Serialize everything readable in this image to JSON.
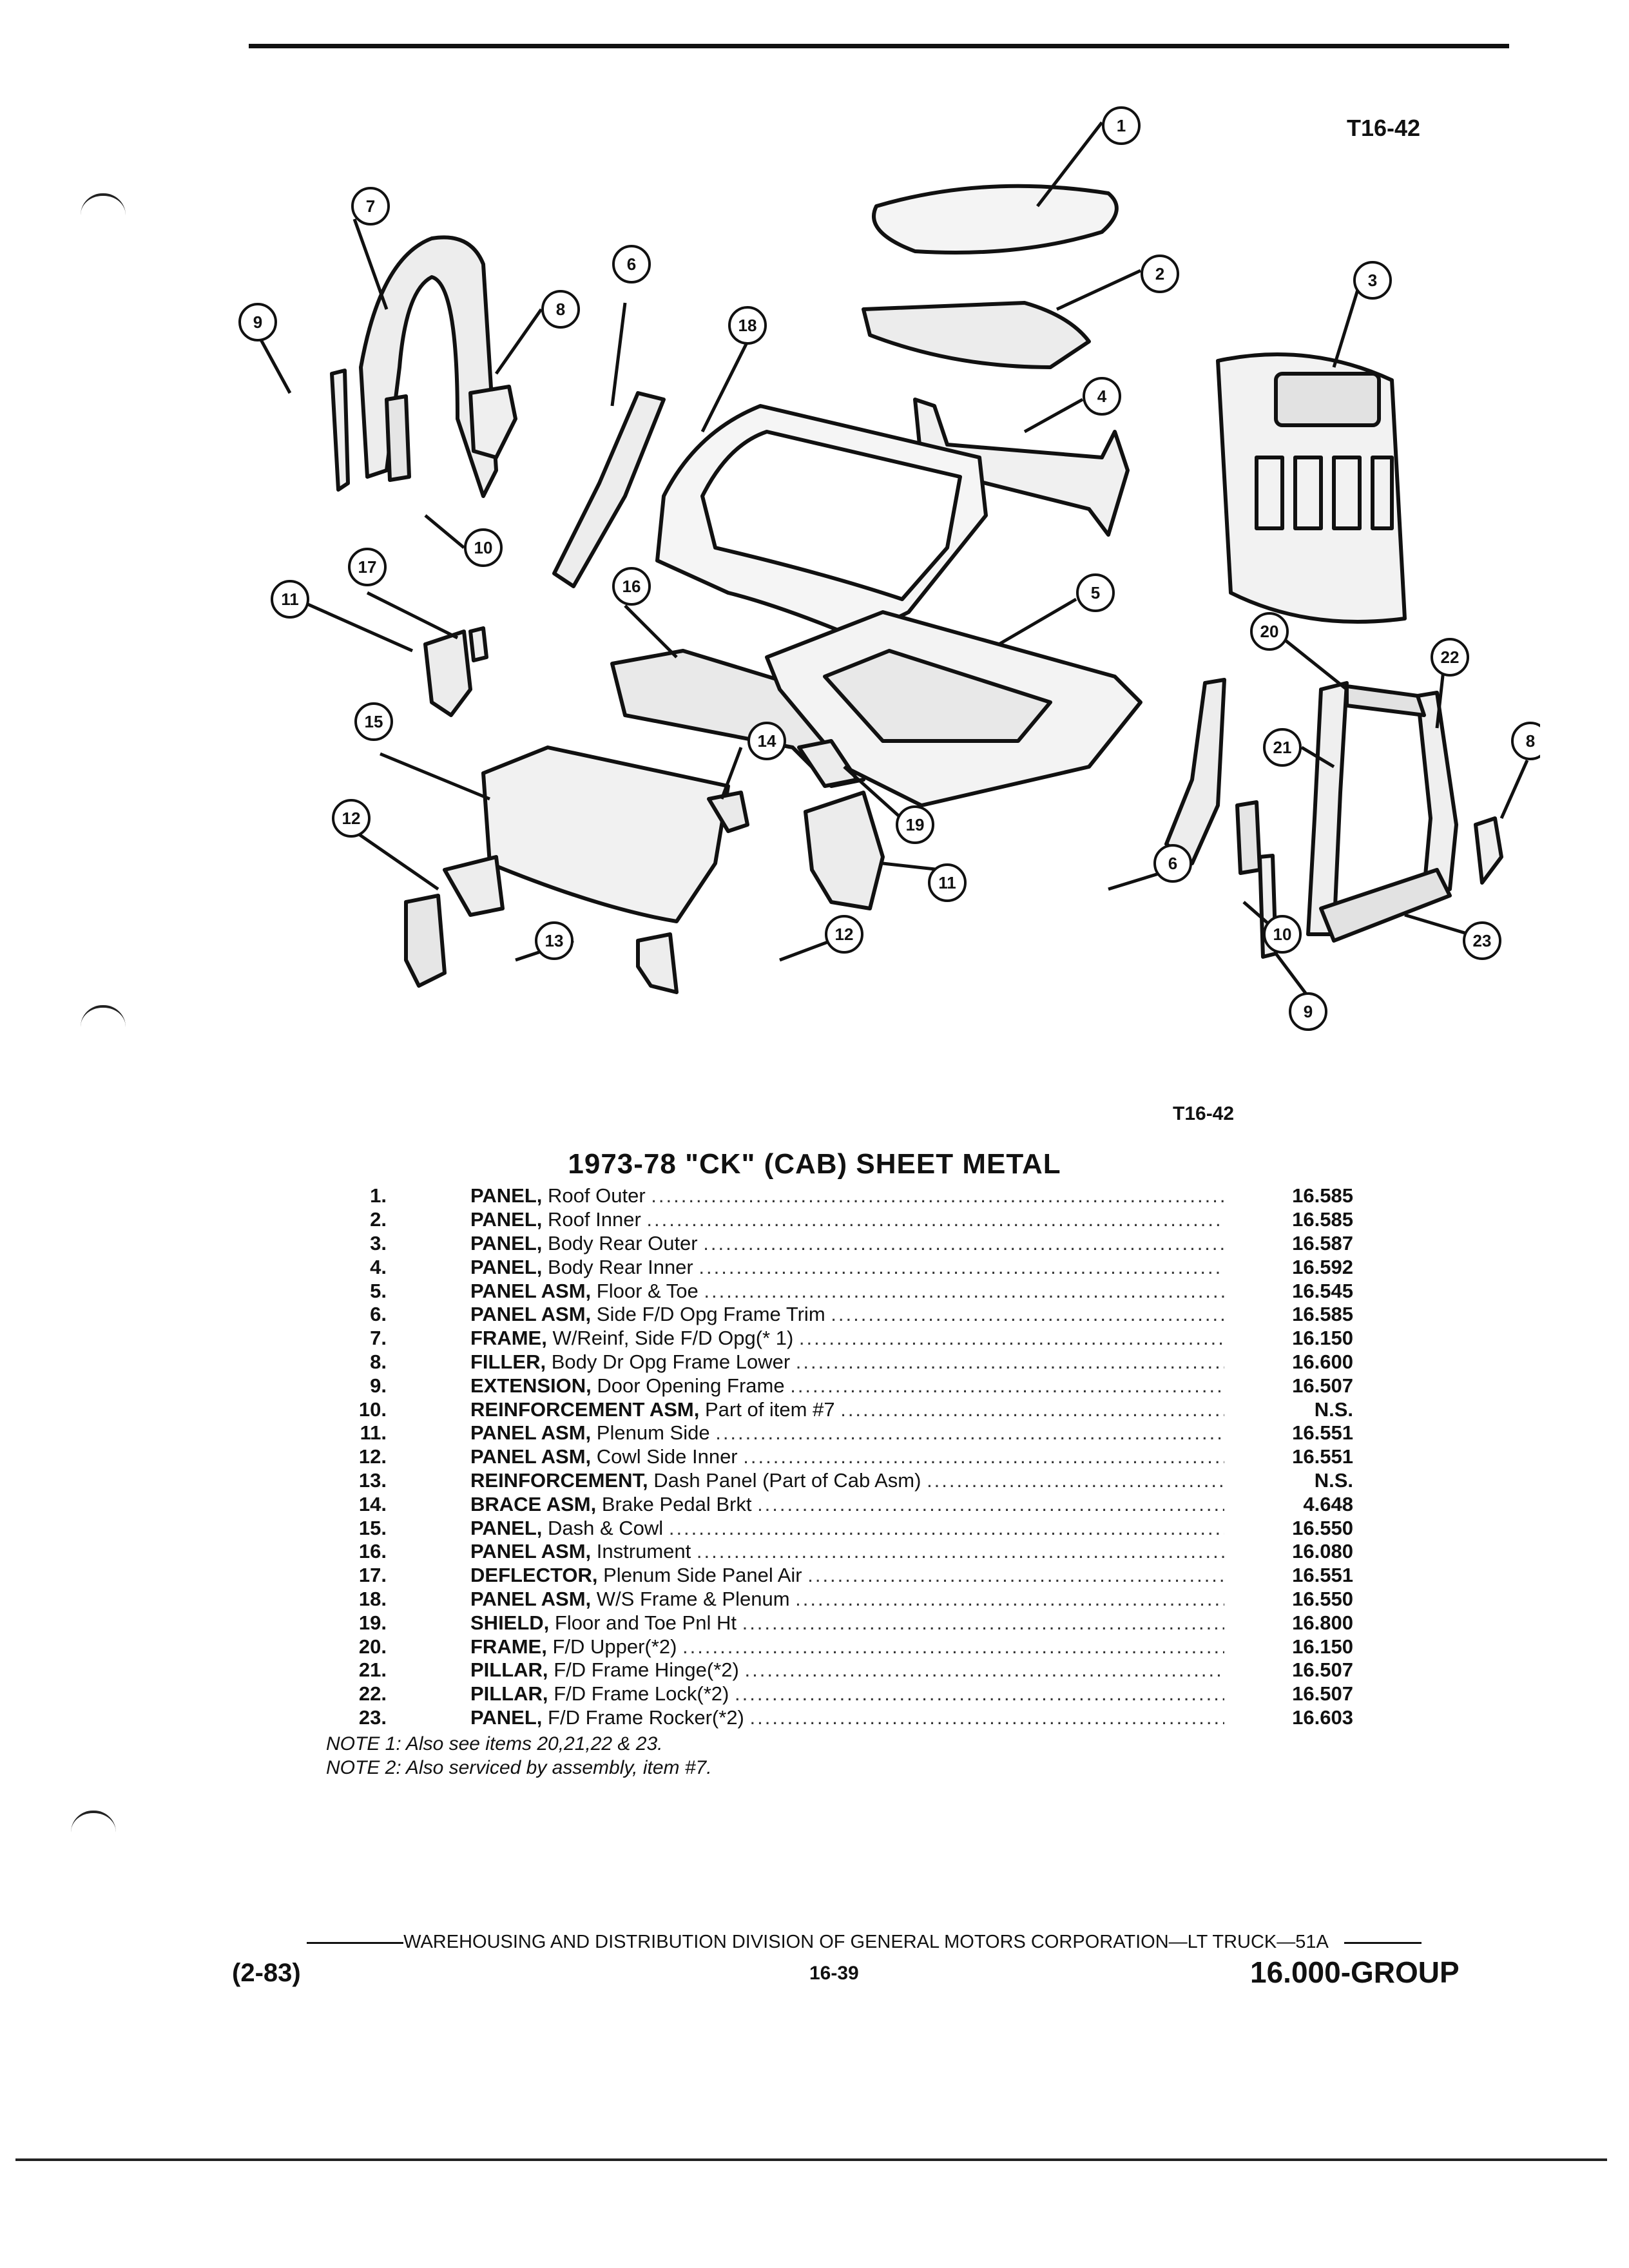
{
  "header": {
    "figure_code_top": "T16-42",
    "figure_code_bottom": "T16-42"
  },
  "diagram": {
    "callouts": [
      "1",
      "2",
      "3",
      "4",
      "5",
      "6",
      "7",
      "8",
      "9",
      "10",
      "11",
      "12",
      "13",
      "14",
      "15",
      "16",
      "17",
      "18",
      "19",
      "20",
      "21",
      "22",
      "23"
    ]
  },
  "title": "1973-78 \"CK\" (CAB) SHEET METAL",
  "parts": [
    {
      "num": "1.",
      "name": "PANEL,",
      "desc": "Roof Outer",
      "ref": "16.585"
    },
    {
      "num": "2.",
      "name": "PANEL,",
      "desc": "Roof Inner",
      "ref": "16.585"
    },
    {
      "num": "3.",
      "name": "PANEL,",
      "desc": "Body Rear Outer",
      "ref": "16.587"
    },
    {
      "num": "4.",
      "name": "PANEL,",
      "desc": "Body Rear Inner",
      "ref": "16.592"
    },
    {
      "num": "5.",
      "name": "PANEL ASM,",
      "desc": "Floor & Toe",
      "ref": "16.545"
    },
    {
      "num": "6.",
      "name": "PANEL ASM,",
      "desc": "Side F/D Opg Frame Trim",
      "ref": "16.585"
    },
    {
      "num": "7.",
      "name": "FRAME,",
      "desc": "W/Reinf, Side F/D Opg(* 1)",
      "ref": "16.150"
    },
    {
      "num": "8.",
      "name": "FILLER,",
      "desc": "Body Dr Opg Frame Lower",
      "ref": "16.600"
    },
    {
      "num": "9.",
      "name": "EXTENSION,",
      "desc": "Door Opening Frame",
      "ref": "16.507"
    },
    {
      "num": "10.",
      "name": "REINFORCEMENT ASM,",
      "desc": "Part of item #7",
      "ref": "N.S."
    },
    {
      "num": "11.",
      "name": "PANEL ASM,",
      "desc": "Plenum Side",
      "ref": "16.551"
    },
    {
      "num": "12.",
      "name": "PANEL ASM,",
      "desc": "Cowl Side Inner",
      "ref": "16.551"
    },
    {
      "num": "13.",
      "name": "REINFORCEMENT,",
      "desc": "Dash Panel (Part of Cab Asm)",
      "ref": "N.S."
    },
    {
      "num": "14.",
      "name": "BRACE ASM,",
      "desc": "Brake Pedal Brkt",
      "ref": "4.648"
    },
    {
      "num": "15.",
      "name": "PANEL,",
      "desc": "Dash & Cowl",
      "ref": "16.550"
    },
    {
      "num": "16.",
      "name": "PANEL ASM,",
      "desc": "Instrument",
      "ref": "16.080"
    },
    {
      "num": "17.",
      "name": "DEFLECTOR,",
      "desc": "Plenum Side Panel Air",
      "ref": "16.551"
    },
    {
      "num": "18.",
      "name": "PANEL ASM,",
      "desc": "W/S Frame & Plenum",
      "ref": "16.550"
    },
    {
      "num": "19.",
      "name": "SHIELD,",
      "desc": "Floor and Toe Pnl Ht",
      "ref": "16.800"
    },
    {
      "num": "20.",
      "name": "FRAME,",
      "desc": "F/D Upper(*2)",
      "ref": "16.150"
    },
    {
      "num": "21.",
      "name": "PILLAR,",
      "desc": "F/D Frame Hinge(*2)",
      "ref": "16.507"
    },
    {
      "num": "22.",
      "name": "PILLAR,",
      "desc": "F/D Frame Lock(*2)",
      "ref": "16.507"
    },
    {
      "num": "23.",
      "name": "PANEL,",
      "desc": "F/D Frame Rocker(*2)",
      "ref": "16.603"
    }
  ],
  "notes": [
    "NOTE 1: Also see items 20,21,22 & 23.",
    "NOTE 2: Also serviced by assembly, item #7."
  ],
  "footer": {
    "line": "WAREHOUSING AND DISTRIBUTION DIVISION OF GENERAL MOTORS CORPORATION—LT TRUCK—51A",
    "date_code": "(2-83)",
    "page": "16-39",
    "group": "16.000-GROUP"
  }
}
